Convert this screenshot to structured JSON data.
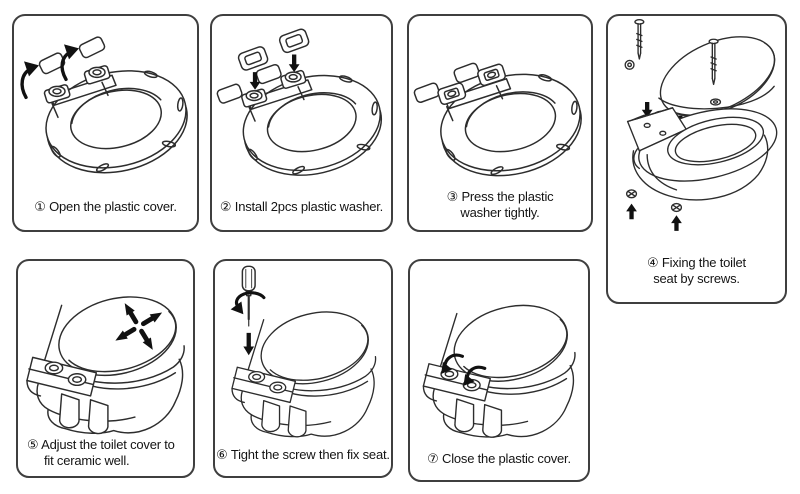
{
  "page": {
    "background": "#ffffff",
    "panel_border_color": "#3f3f3f",
    "text_color": "#141414",
    "line_art_color": "#2d2d2d",
    "arrow_color": "#111111"
  },
  "steps": [
    {
      "marker": "①",
      "lines": [
        "Open the plastic cover."
      ],
      "illustration": "toilet-seat-ring-hinge-covers-flipping-open"
    },
    {
      "marker": "②",
      "lines": [
        "Install 2pcs plastic washer."
      ],
      "illustration": "toilet-seat-ring-two-washers-lowered-onto-hinges"
    },
    {
      "marker": "③",
      "lines": [
        "Press the plastic",
        "washer tightly."
      ],
      "illustration": "toilet-seat-ring-washers-pressed-in-place"
    },
    {
      "marker": "④",
      "lines": [
        "Fixing the toilet",
        "seat by screws."
      ],
      "illustration": "exploded-view-seat-screws-above-ceramic-bowl"
    },
    {
      "marker": "⑤",
      "lines": [
        "Adjust the toilet cover to",
        "fit ceramic well."
      ],
      "illustration": "closed-seat-on-bowl-four-way-adjust-arrows"
    },
    {
      "marker": "⑥",
      "lines": [
        "Tight the screw then fix seat."
      ],
      "illustration": "screwdriver-tightening-hinge-screw"
    },
    {
      "marker": "⑦",
      "lines": [
        "Close the plastic cover."
      ],
      "illustration": "closed-seat-hinge-covers-closing-arrows"
    }
  ]
}
